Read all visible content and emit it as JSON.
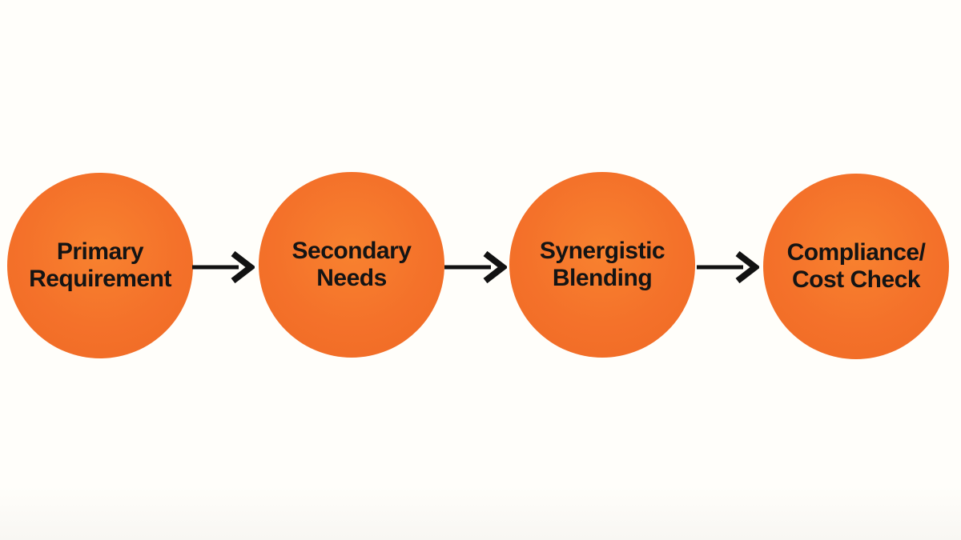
{
  "diagram": {
    "type": "horizontal-flow",
    "background_color": "#FFFEFA",
    "node_color": "#F4712A",
    "text_color": "#141414",
    "arrow_color": "#121212",
    "nodes": [
      {
        "id": "primary-requirement",
        "line1": "Primary",
        "line2": "Requirement"
      },
      {
        "id": "secondary-needs",
        "line1": "Secondary",
        "line2": "Needs"
      },
      {
        "id": "synergistic-blending",
        "line1": "Synergistic",
        "line2": "Blending"
      },
      {
        "id": "compliance-cost-check",
        "line1": "Compliance/",
        "line2": "Cost Check"
      }
    ],
    "connections": [
      {
        "from": "Primary Requirement",
        "to": "Secondary Needs"
      },
      {
        "from": "Secondary Needs",
        "to": "Synergistic Blending"
      },
      {
        "from": "Synergistic Blending",
        "to": "Compliance/Cost Check"
      }
    ]
  }
}
